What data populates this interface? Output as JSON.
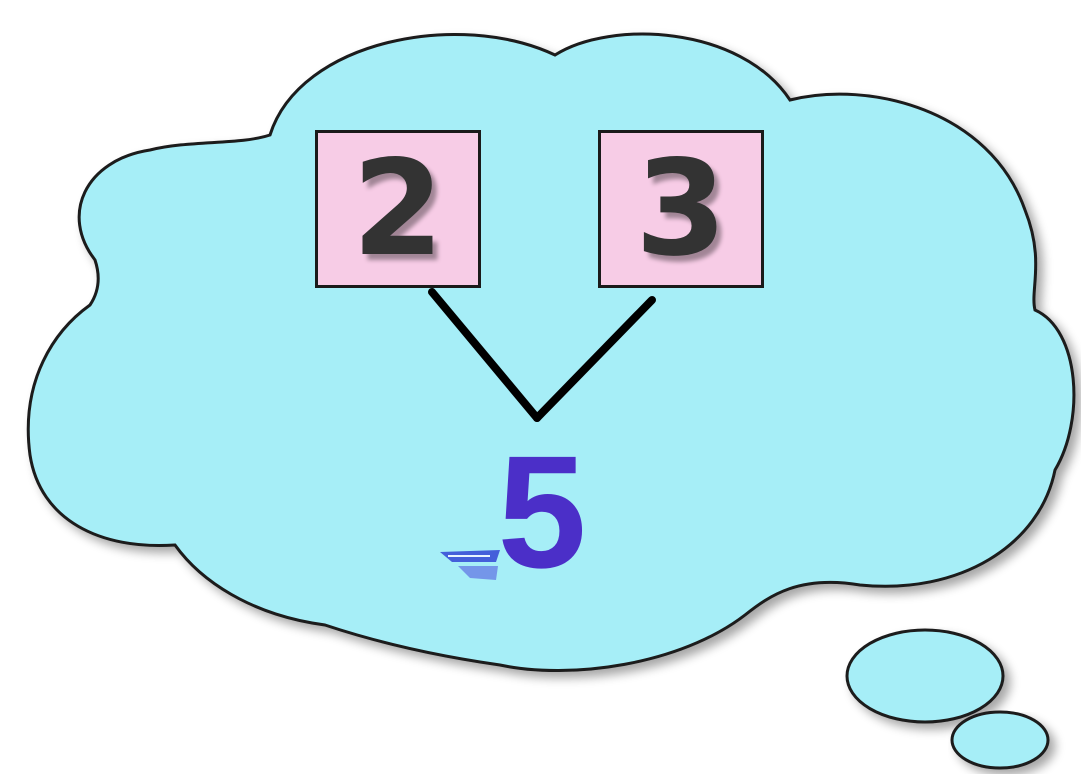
{
  "colors": {
    "cloud_fill": "#a6eef7",
    "outline": "#1a1a1a",
    "box_fill": "#f7cce6",
    "part_text": "#333333",
    "whole_text": "#4b2fc8",
    "swoosh": "#3a4fd6"
  },
  "number_bond": {
    "part_left": "2",
    "part_right": "3",
    "whole": "5"
  }
}
